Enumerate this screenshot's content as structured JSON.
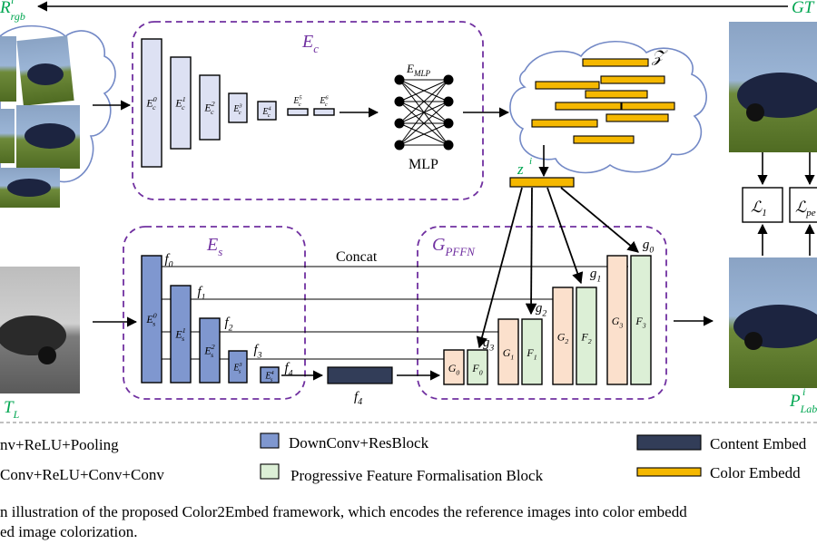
{
  "labels": {
    "r_rgb": "R",
    "r_rgb_sup": "i",
    "r_rgb_sub": "rgb",
    "gt": "GT",
    "ec_title": "E",
    "ec_title_sub": "c",
    "es_title": "E",
    "es_title_sub": "s",
    "gpffn_title": "G",
    "gpffn_title_sub": "PFFN",
    "emlp": "E",
    "emlp_sub": "MLP",
    "mlp": "MLP",
    "z_set": "𝒵",
    "z_i": "z",
    "z_i_sup": "i",
    "concat": "Concat",
    "t_l": "T",
    "t_l_sub": "L",
    "p_lab": "P",
    "p_lab_sup": "i",
    "p_lab_sub": "Lab",
    "f4_content": "f",
    "f4_content_sub": "4",
    "loss1": "ℒ",
    "loss1_sub": "1",
    "loss2": "ℒ",
    "loss2_sub": "pe"
  },
  "ec_blocks": [
    {
      "sub": "c",
      "sup": "0"
    },
    {
      "sub": "c",
      "sup": "1"
    },
    {
      "sub": "c",
      "sup": "2"
    },
    {
      "sub": "c",
      "sup": "3"
    },
    {
      "sub": "c",
      "sup": "4"
    },
    {
      "sub": "c",
      "sup": "5"
    },
    {
      "sub": "c",
      "sup": "6"
    }
  ],
  "es_blocks": [
    {
      "sub": "s",
      "sup": "0"
    },
    {
      "sub": "s",
      "sup": "1"
    },
    {
      "sub": "s",
      "sup": "2"
    },
    {
      "sub": "s",
      "sup": "3"
    },
    {
      "sub": "s",
      "sup": "4"
    }
  ],
  "f_labels": [
    {
      "main": "f",
      "sub": "0"
    },
    {
      "main": "f",
      "sub": "1"
    },
    {
      "main": "f",
      "sub": "2"
    },
    {
      "main": "f",
      "sub": "3"
    },
    {
      "main": "f",
      "sub": "4"
    }
  ],
  "g_labels": [
    {
      "main": "g",
      "sub": "0"
    },
    {
      "main": "g",
      "sub": "1"
    },
    {
      "main": "g",
      "sub": "2"
    },
    {
      "main": "g",
      "sub": "3"
    }
  ],
  "gpffn_pairs": [
    {
      "g": "G",
      "g_sub": "0",
      "f": "F",
      "f_sub": "0"
    },
    {
      "g": "G",
      "g_sub": "1",
      "f": "F",
      "f_sub": "1"
    },
    {
      "g": "G",
      "g_sub": "2",
      "f": "F",
      "f_sub": "2"
    },
    {
      "g": "G",
      "g_sub": "3",
      "f": "F",
      "f_sub": "3"
    }
  ],
  "legend": {
    "item1": "nv+ReLU+Pooling",
    "item2": "Conv+ReLU+Conv+Conv",
    "item3": "DownConv+ResBlock",
    "item4": "Progressive Feature Formalisation Block",
    "item5": "Content Embed",
    "item6": "Color Embedd"
  },
  "caption": {
    "line1": "n illustration of the proposed Color2Embed framework, which encodes the reference images into color embedd",
    "line2": "ed image colorization."
  },
  "colors": {
    "ec_fill": "#dde1f3",
    "es_fill": "#7f97cf",
    "content_fill": "#323d58",
    "color_embed": "#f5b800",
    "g_fill": "#fbe0cc",
    "f_fill": "#dcefd6",
    "green_text": "#00a651",
    "purple": "#7030a0"
  }
}
